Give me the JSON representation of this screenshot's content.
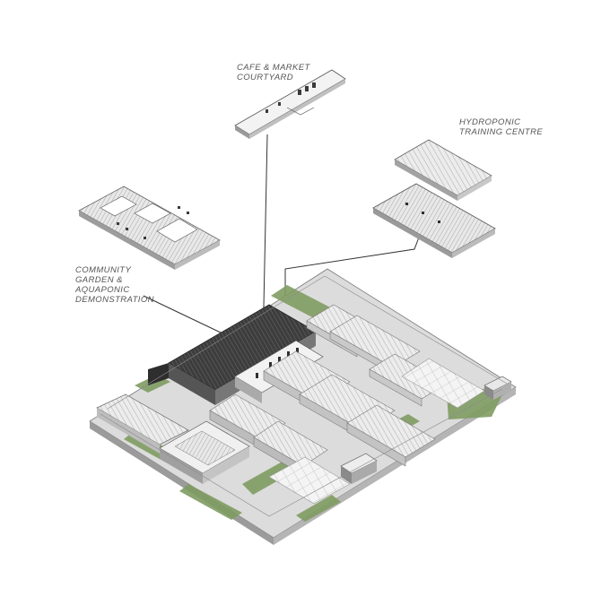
{
  "labels": {
    "cafe": [
      "CAFE & MARKET",
      "COURTYARD"
    ],
    "hydroponic": [
      "HYDROPONIC",
      "TRAINING CENTRE"
    ],
    "community": [
      "COMMUNITY",
      "GARDEN &",
      "AQUAPONIC",
      "DEMONSTRATION"
    ]
  },
  "colors": {
    "label_text": "#555555",
    "leader_line": "#333333",
    "roof_dark": "#3a3a3a",
    "roof_light": "#e4e4e4",
    "ground": "#d9d9d9",
    "grass": "#7f9c62",
    "outline": "#6a6a6a"
  }
}
